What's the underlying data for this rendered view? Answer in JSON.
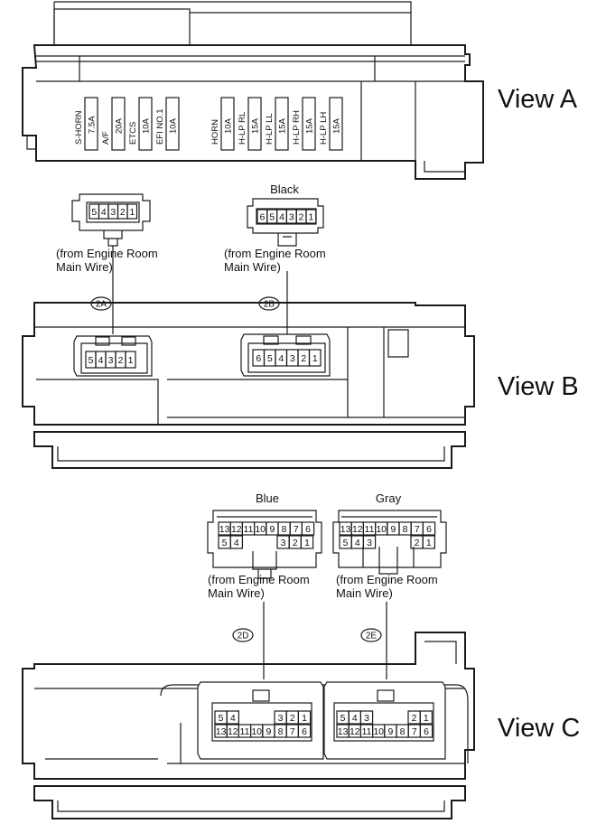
{
  "view_a": {
    "label": "View A",
    "fuses": [
      {
        "name": "S-HORN",
        "rating": "7.5A"
      },
      {
        "name": "A/F",
        "rating": "20A"
      },
      {
        "name": "ETCS",
        "rating": "10A"
      },
      {
        "name": "EFI NO.1",
        "rating": "10A"
      },
      {
        "name": "HORN",
        "rating": "10A"
      },
      {
        "name": "H-LP RL",
        "rating": "15A"
      },
      {
        "name": "H-LP LL",
        "rating": "15A"
      },
      {
        "name": "H-LP RH",
        "rating": "15A"
      },
      {
        "name": "H-LP LH",
        "rating": "15A"
      }
    ]
  },
  "view_b": {
    "label": "View B",
    "connectors": [
      {
        "code": "2A",
        "color": "",
        "pins_top": [
          "5",
          "4",
          "3",
          "2",
          "1"
        ],
        "note_line1": "(from Engine Room",
        "note_line2": "Main Wire)"
      },
      {
        "code": "2B",
        "color": "Black",
        "pins_top": [
          "6",
          "5",
          "4",
          "3",
          "2",
          "1"
        ],
        "note_line1": "(from Engine Room",
        "note_line2": "Main Wire)"
      }
    ]
  },
  "view_c": {
    "label": "View C",
    "connectors": [
      {
        "code": "2D",
        "color": "Blue",
        "row_large": [
          "13",
          "12",
          "11",
          "10",
          "9",
          "8",
          "7",
          "6"
        ],
        "row_small_left": [
          "5",
          "4"
        ],
        "row_small_right": [
          "3",
          "2",
          "1"
        ],
        "note_line1": "(from Engine Room",
        "note_line2": "Main Wire)"
      },
      {
        "code": "2E",
        "color": "Gray",
        "row_large": [
          "13",
          "12",
          "11",
          "10",
          "9",
          "8",
          "7",
          "6"
        ],
        "row_small_left": [
          "5",
          "4",
          "3"
        ],
        "row_small_right": [
          "2",
          "1"
        ],
        "note_line1": "(from Engine Room",
        "note_line2": "Main Wire)"
      }
    ]
  }
}
